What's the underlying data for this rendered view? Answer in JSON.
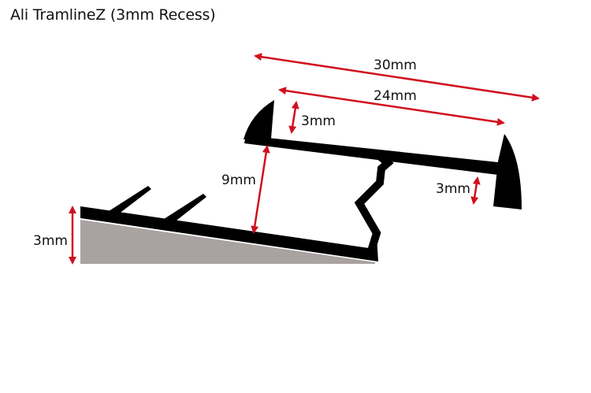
{
  "title": "Ali TramlineZ (3mm Recess)",
  "colors": {
    "profile": "#000000",
    "substrate": "#a8a2a1",
    "dimension_arrow": "#d0101e",
    "text": "#111111",
    "background": "#ffffff"
  },
  "dimensions": {
    "overall_width": "30mm",
    "inner_width": "24mm",
    "left_lip_height": "3mm",
    "right_lip_height": "3mm",
    "recess_depth": "9mm",
    "substrate_thickness": "3mm"
  }
}
